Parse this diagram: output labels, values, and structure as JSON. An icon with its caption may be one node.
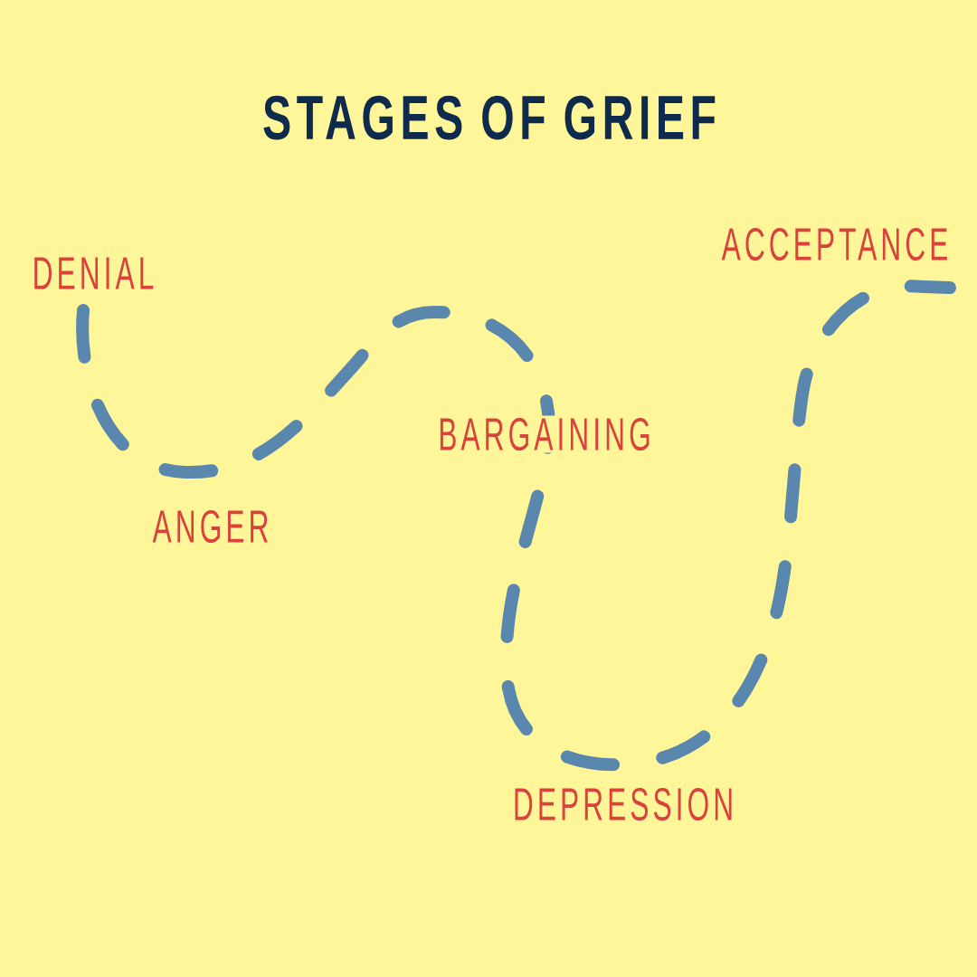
{
  "diagram": {
    "title": "STAGES OF GRIEF",
    "labels": [
      "DENIAL",
      "ANGER",
      "BARGAINING",
      "DEPRESSION",
      "ACCEPTANCE"
    ]
  }
}
